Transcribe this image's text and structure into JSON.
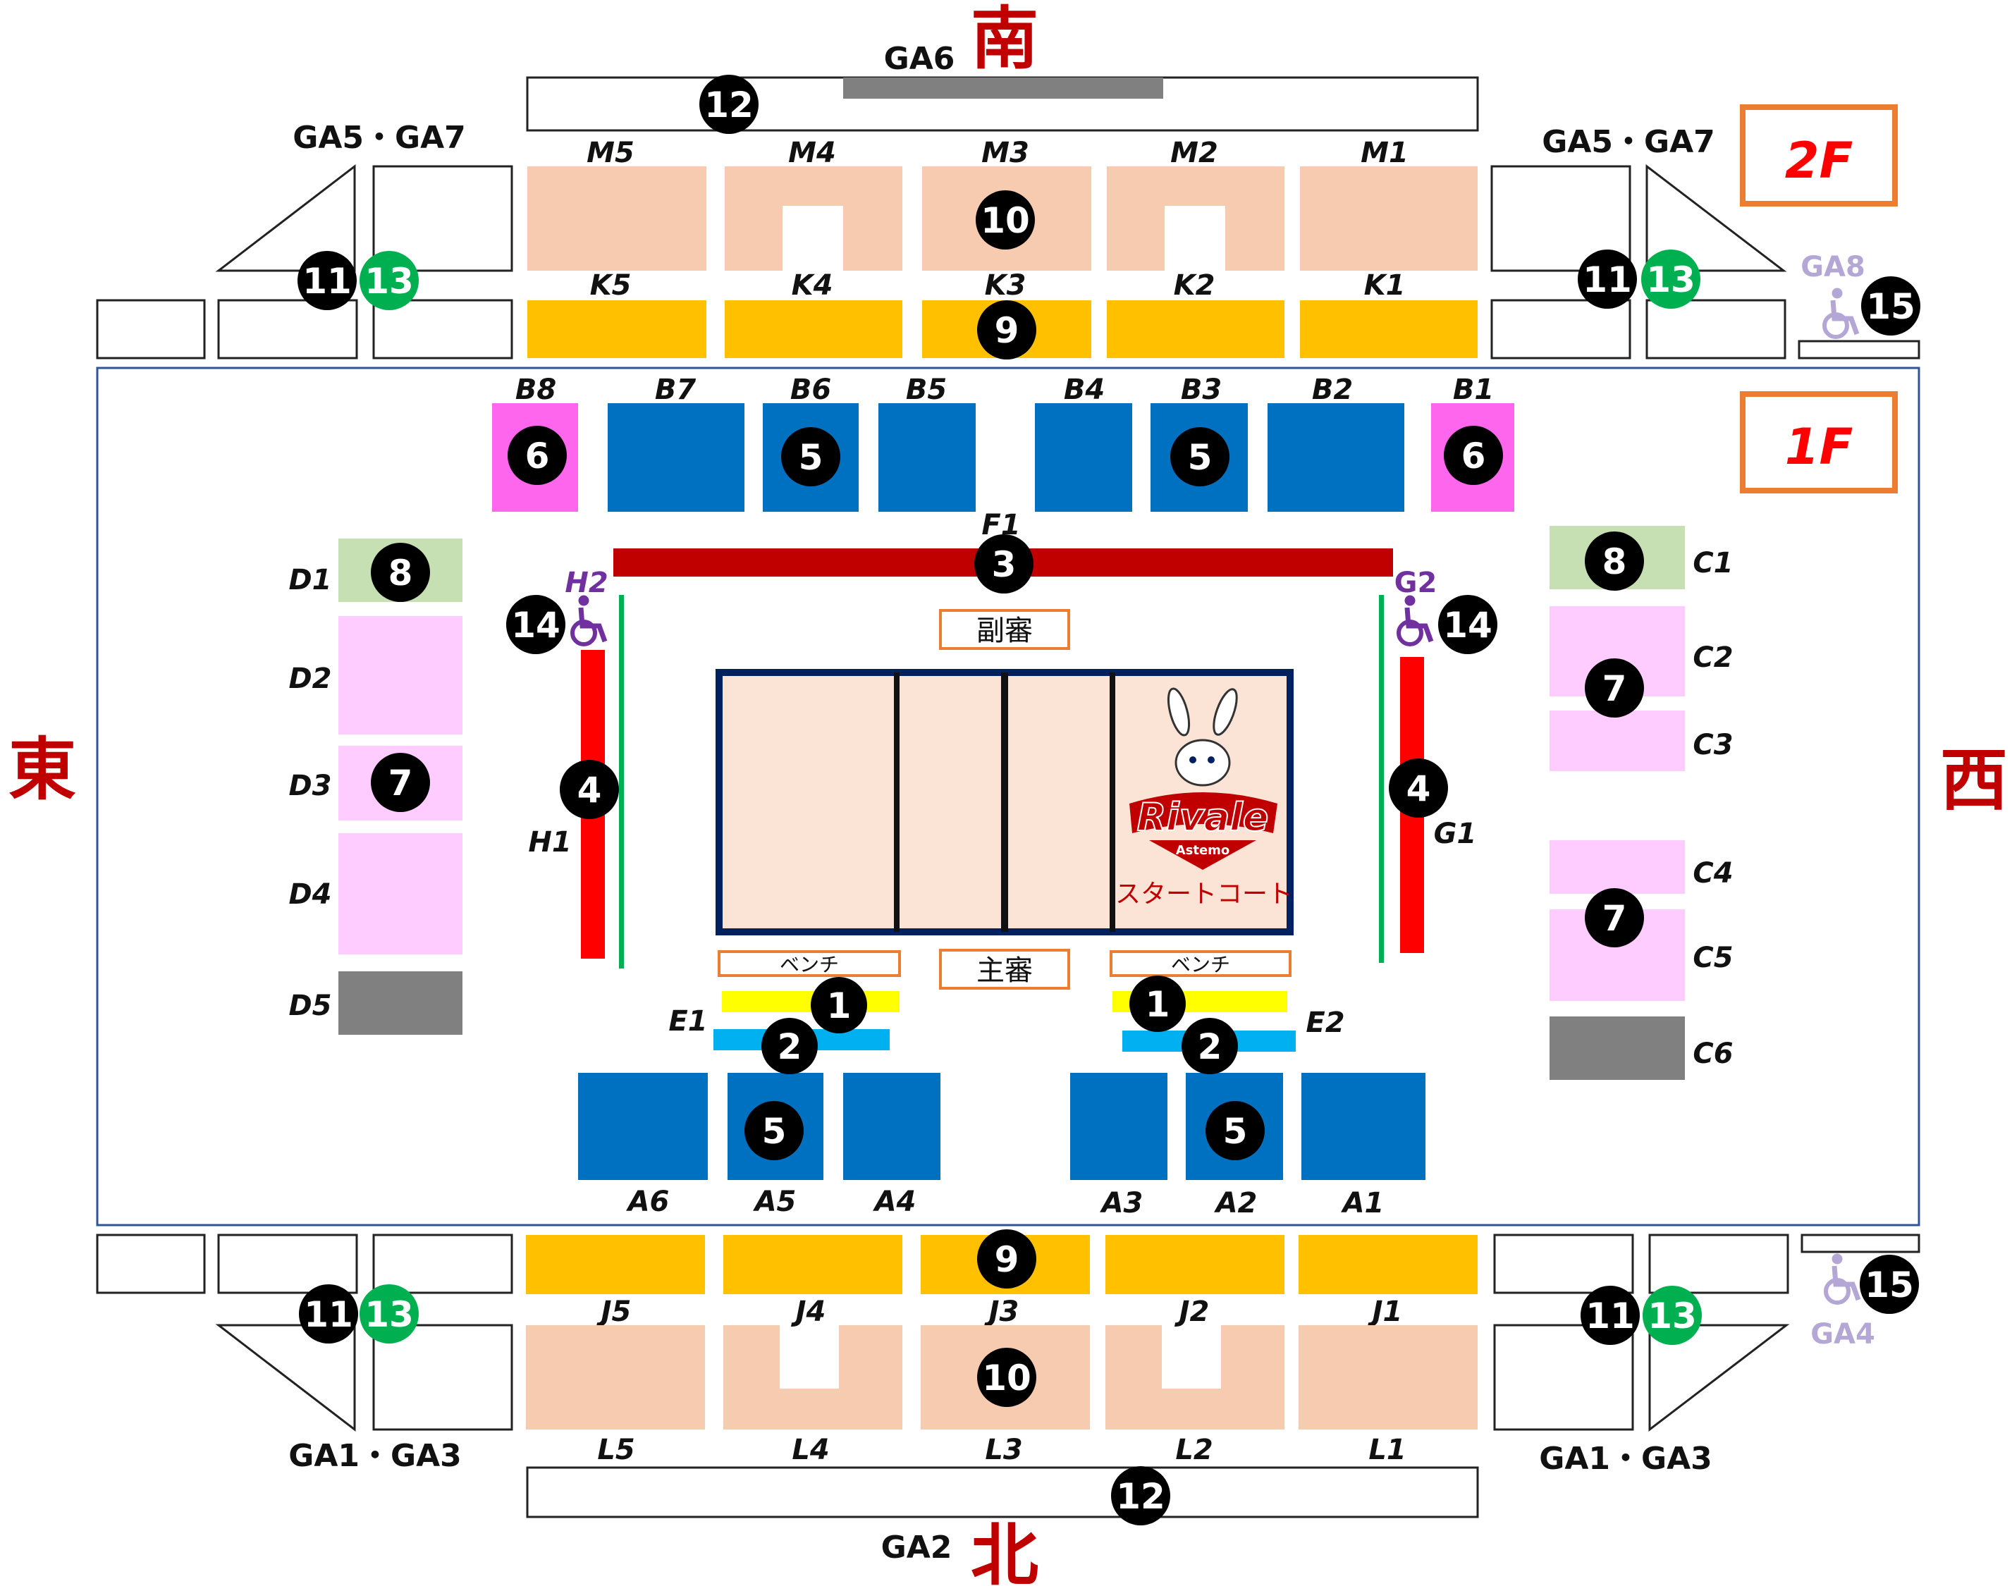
{
  "directions": {
    "south": "南",
    "north": "北",
    "east": "東",
    "west": "西"
  },
  "floors": {
    "second": "2F",
    "first": "1F"
  },
  "ga": {
    "ga6": "GA6",
    "ga2": "GA2",
    "ga5_ga7_left": "GA5・GA7",
    "ga5_ga7_right": "GA5・GA7",
    "ga1_ga3_left": "GA1・GA3",
    "ga1_ga3_right": "GA1・GA3",
    "ga8": "GA8",
    "ga4": "GA4"
  },
  "sections": {
    "M5": "M5",
    "M4": "M4",
    "M3": "M3",
    "M2": "M2",
    "M1": "M1",
    "K5": "K5",
    "K4": "K4",
    "K3": "K3",
    "K2": "K2",
    "K1": "K1",
    "B8": "B8",
    "B7": "B7",
    "B6": "B6",
    "B5": "B5",
    "B4": "B4",
    "B3": "B3",
    "B2": "B2",
    "B1": "B1",
    "F1": "F1",
    "D1": "D1",
    "D2": "D2",
    "D3": "D3",
    "D4": "D4",
    "D5": "D5",
    "C1": "C1",
    "C2": "C2",
    "C3": "C3",
    "C4": "C4",
    "C5": "C5",
    "C6": "C6",
    "H1": "H1",
    "H2": "H2",
    "G1": "G1",
    "G2": "G2",
    "E1": "E1",
    "E2": "E2",
    "A6": "A6",
    "A5": "A5",
    "A4": "A4",
    "A3": "A3",
    "A2": "A2",
    "A1": "A1",
    "J5": "J5",
    "J4": "J4",
    "J3": "J3",
    "J2": "J2",
    "J1": "J1",
    "L5": "L5",
    "L4": "L4",
    "L3": "L3",
    "L2": "L2",
    "L1": "L1"
  },
  "court": {
    "sub_referee": "副審",
    "main_referee": "主審",
    "bench_left": "ベンチ",
    "bench_right": "ベンチ",
    "logo_text": "Rivale",
    "logo_sub": "Astemo",
    "start_court": "スタートコート"
  },
  "badges": {
    "n1": "1",
    "n2": "2",
    "n3": "3",
    "n4": "4",
    "n5": "5",
    "n6": "6",
    "n7": "7",
    "n8": "8",
    "n9": "9",
    "n10": "10",
    "n11": "11",
    "n12": "12",
    "n13": "13",
    "n14": "14",
    "n15": "15"
  },
  "colors": {
    "peach": "#f6cbb0",
    "orange_yellow": "#ffc000",
    "blue": "#0070c0",
    "magenta": "#ff66ee",
    "light_pink": "#ffccff",
    "light_green": "#c6e0b4",
    "gray": "#808080",
    "red": "#ff0000",
    "dark_red": "#c00000",
    "green": "#00b050",
    "yellow": "#ffff00",
    "light_blue": "#00b0f0",
    "court_fill": "#fbe4d5",
    "court_border": "#002060",
    "floor_border": "#2f5597",
    "purple": "#7030a0",
    "lavender": "#b4a7d6",
    "floor_tag": "#ed7d31",
    "direction": "#c00000"
  }
}
